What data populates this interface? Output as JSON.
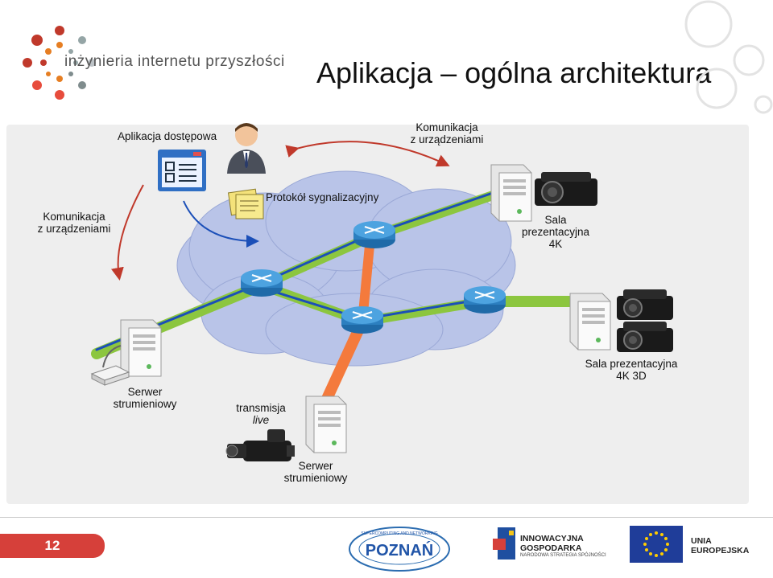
{
  "slide": {
    "title": "Aplikacja – ogólna architektura",
    "brand_text": "inżynieria internetu przyszłości",
    "page_number": "12"
  },
  "diagram": {
    "label_app": "Aplikacja dostępowa",
    "label_comm_top_1": "Komunikacja",
    "label_comm_top_2": "z urządzeniami",
    "label_comm_left_1": "Komunikacja",
    "label_comm_left_2": "z urządzeniami",
    "label_protocol": "Protokół sygnalizacyjny",
    "label_room4k_1": "Sala",
    "label_room4k_2": "prezentacyjna",
    "label_room4k_3": "4K",
    "label_room3d_1": "Sala prezentacyjna",
    "label_room3d_2": "4K 3D",
    "label_server_left_1": "Serwer",
    "label_server_left_2": "strumieniowy",
    "label_live_1": "transmisja",
    "label_live_2": "live",
    "label_server_bottom_1": "Serwer",
    "label_server_bottom_2": "strumieniowy"
  },
  "footer": {
    "poznan_text": "POZNAŃ",
    "poznan_ring": "SUPERCOMPUTING AND NETWORKING",
    "ig_line1": "INNOWACYJNA",
    "ig_line2": "GOSPODARKA",
    "ig_sub": "NARODOWA STRATEGIA SPÓJNOŚCI",
    "ue_line1": "UNIA",
    "ue_line2": "EUROPEJSKA"
  },
  "colors": {
    "accent": "#d6403a",
    "link_blue": "#1b4fb8",
    "link_green": "#8cc63f",
    "link_orange": "#f47a3c",
    "cloud": "#b9c4e8",
    "router": "#2c7fc0"
  }
}
